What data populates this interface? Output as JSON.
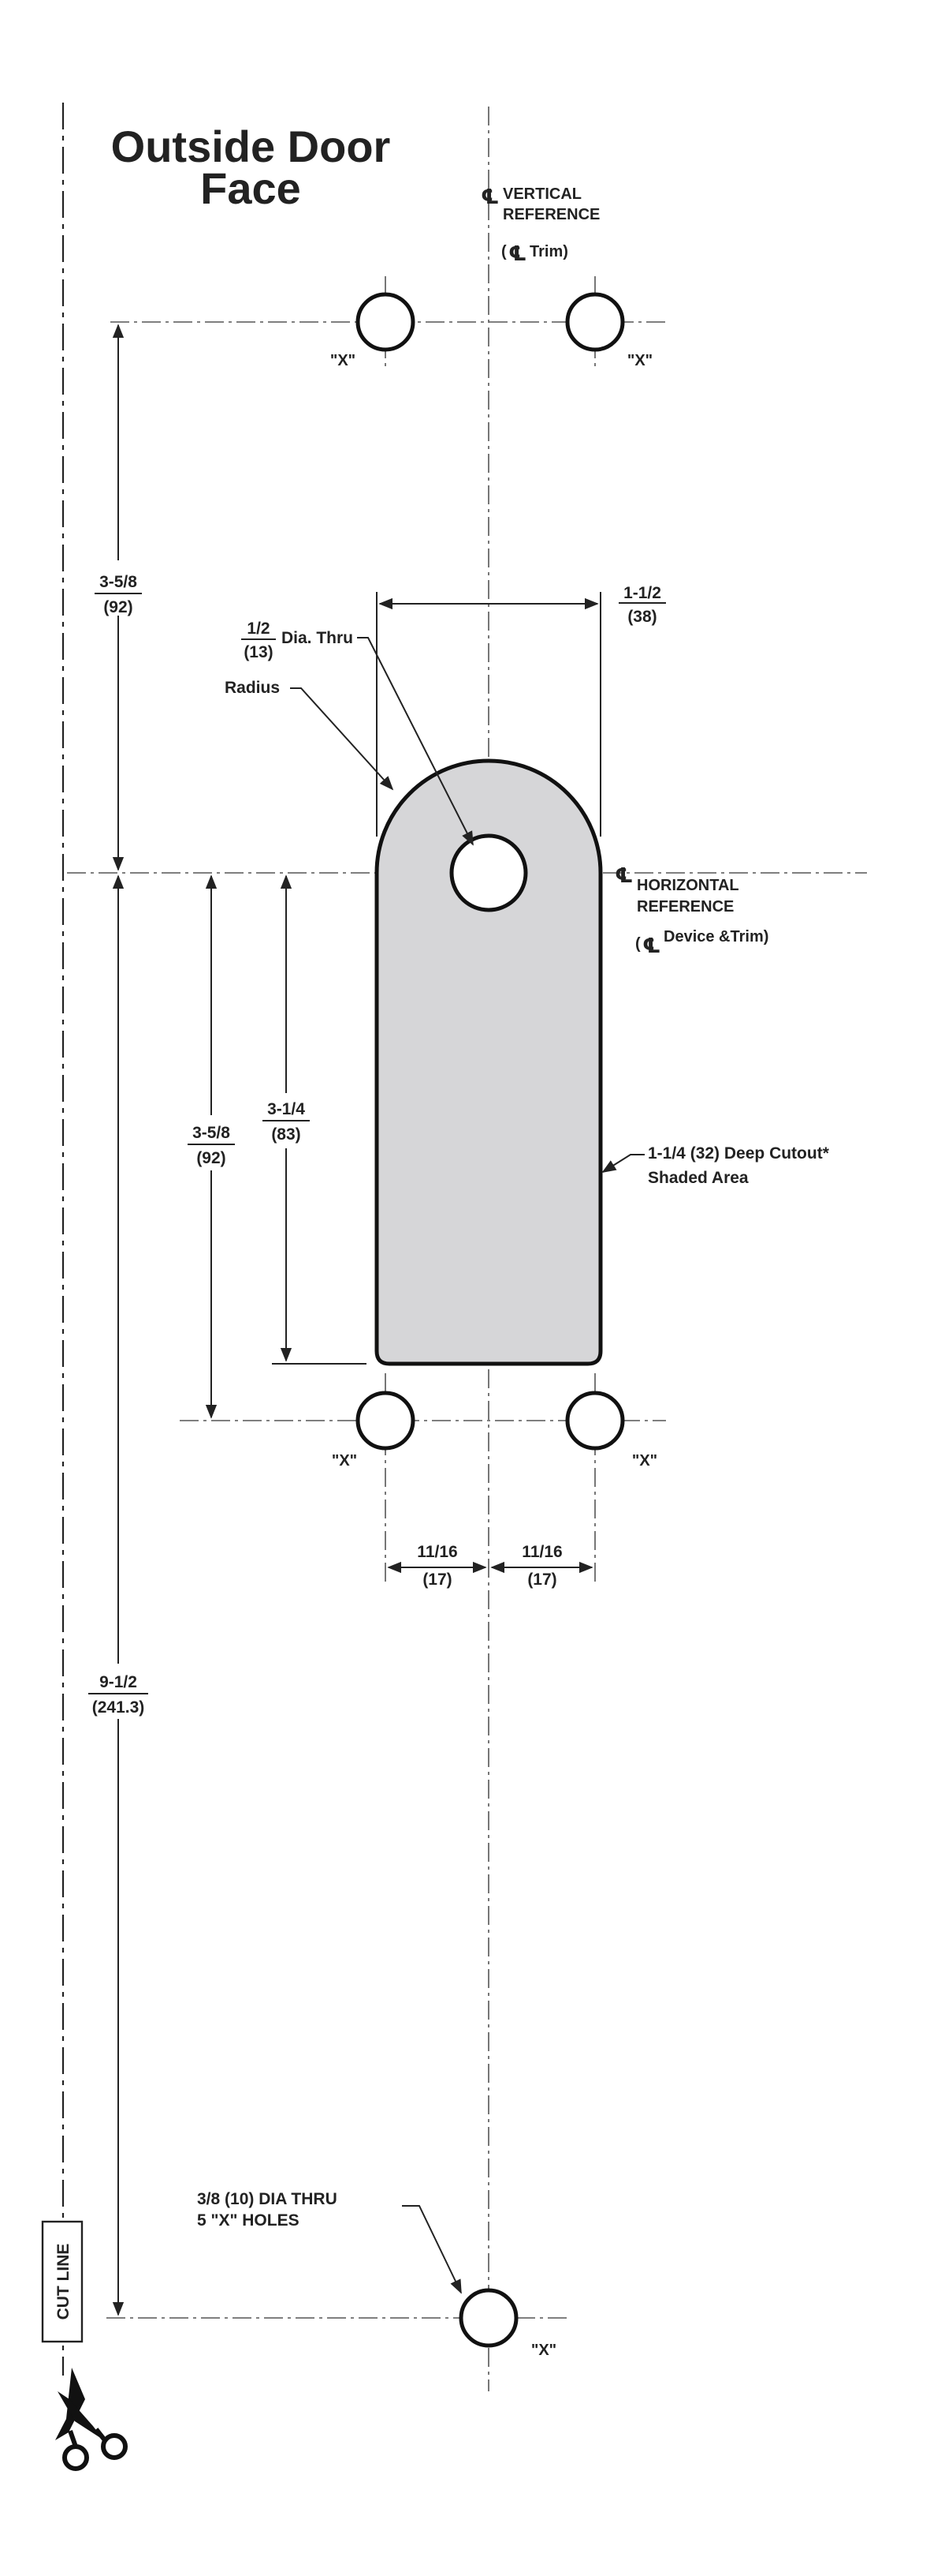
{
  "title": {
    "line1": "Outside Door",
    "line2": "Face"
  },
  "vertical_reference": {
    "symbol": "℄",
    "line1": "VERTICAL",
    "line2": "REFERENCE",
    "sub_open": "(",
    "sub_text": "Trim)"
  },
  "horizontal_reference": {
    "symbol": "℄",
    "line1": "HORIZONTAL",
    "line2": "REFERENCE",
    "sub_open": "(",
    "sub_text": "Device &Trim)"
  },
  "hole_marks": [
    "\"X\"",
    "\"X\"",
    "\"X\"",
    "\"X\"",
    "\"X\""
  ],
  "dimensions": {
    "top_vertical": {
      "imperial": "3-5/8",
      "metric": "(92)"
    },
    "cutout_width": {
      "imperial": "1-1/2",
      "metric": "(38)"
    },
    "center_hole": {
      "imperial": "1/2",
      "metric": "(13)",
      "suffix": "Dia. Thru"
    },
    "radius_label": "Radius",
    "lower_outer": {
      "imperial": "3-5/8",
      "metric": "(92)"
    },
    "lower_inner": {
      "imperial": "3-1/4",
      "metric": "(83)"
    },
    "left_spacing": {
      "imperial": "11/16",
      "metric": "(17)"
    },
    "right_spacing": {
      "imperial": "11/16",
      "metric": "(17)"
    },
    "overall_height": {
      "imperial": "9-1/2",
      "metric": "(241.3)"
    }
  },
  "cutout_note": {
    "line1": "1-1/4 (32) Deep Cutout*",
    "line2": "Shaded Area"
  },
  "holes_note": {
    "line1": "3/8 (10) DIA THRU",
    "line2": "5 \"X\" HOLES"
  },
  "cut_line_label": "CUT LINE",
  "colors": {
    "ink": "#222222",
    "cutout_fill": "#d6d6d8",
    "background": "#ffffff"
  }
}
